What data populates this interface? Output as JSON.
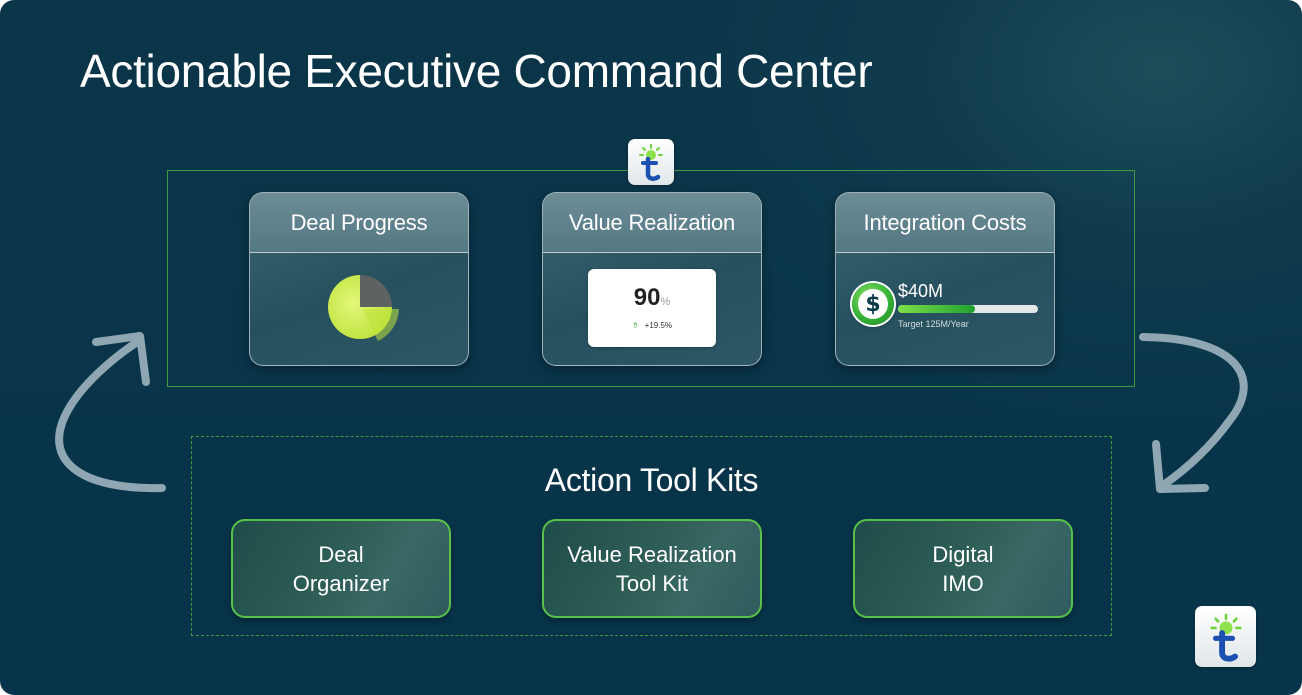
{
  "page": {
    "title": "Actionable Executive Command Center"
  },
  "dashboard": {
    "cards": [
      {
        "title": "Deal Progress",
        "pie": {
          "filled_fraction": 0.75,
          "accent_color": "#d4f25a",
          "remaining_color": "#5f6263"
        }
      },
      {
        "title": "Value Realization",
        "kpi": {
          "value": "90",
          "unit": "%",
          "change": "+19.5%"
        }
      },
      {
        "title": "Integration Costs",
        "cost": {
          "value": "$40M",
          "progress": 0.55,
          "target": "Target 125M/Year",
          "icon": "dollar-coin-icon"
        }
      }
    ]
  },
  "toolkits": {
    "title": "Action Tool Kits",
    "items": [
      {
        "line1": "Deal",
        "line2": "Organizer"
      },
      {
        "line1": "Value Realization",
        "line2": "Tool Kit"
      },
      {
        "line1": "Digital",
        "line2": "IMO"
      }
    ]
  },
  "colors": {
    "background": "#0b3549",
    "frame_border": "#3e9a3e",
    "button_border": "#56c24a",
    "arrow": "#8fa7b3"
  },
  "icons": {
    "logo": "lightbulb-t-logo-icon",
    "cycle_arrows": "cycle-arrow-icon"
  }
}
